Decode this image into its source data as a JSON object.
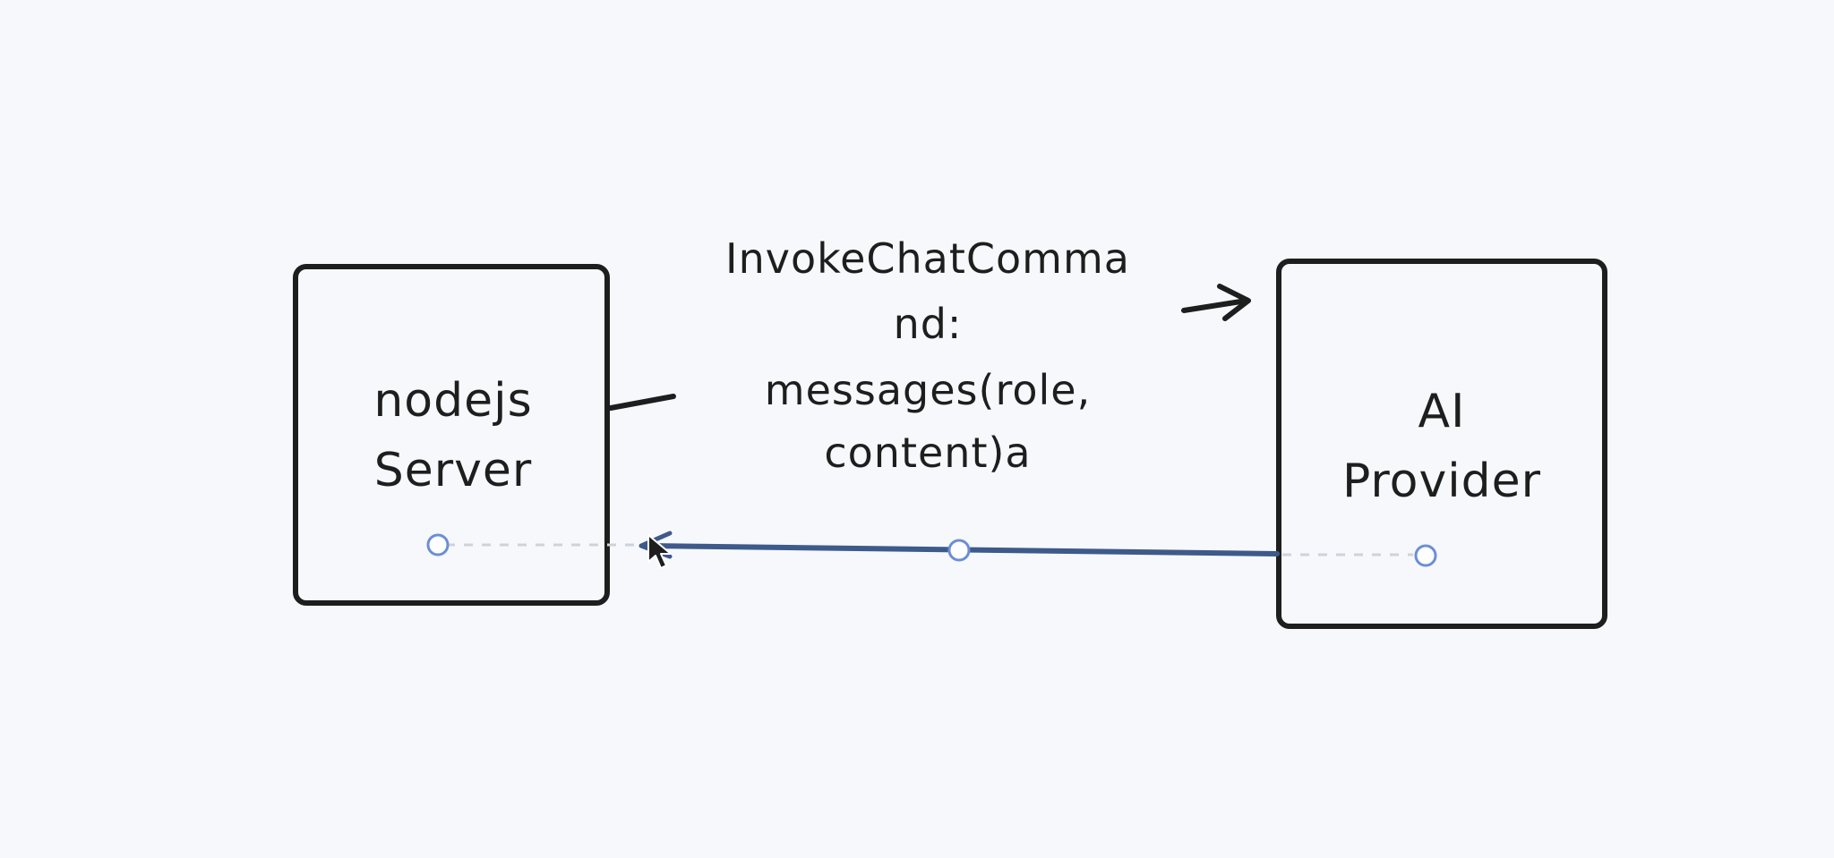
{
  "nodes": {
    "left": {
      "line1": "nodejs",
      "line2": "Server"
    },
    "right": {
      "line1": "AI",
      "line2": "Provider"
    }
  },
  "edge_label": {
    "line1": "InvokeChatComma",
    "line2": "nd:",
    "line3": "messages(role,",
    "line4": "content)a"
  },
  "colors": {
    "background": "#f6f8fb",
    "stroke": "#1e1e1e",
    "selected_arrow": "#3d5a8a",
    "handle": "#6b8fd6",
    "guide": "#cfd3d9"
  },
  "icons": {
    "cursor": "mouse-pointer-icon"
  }
}
